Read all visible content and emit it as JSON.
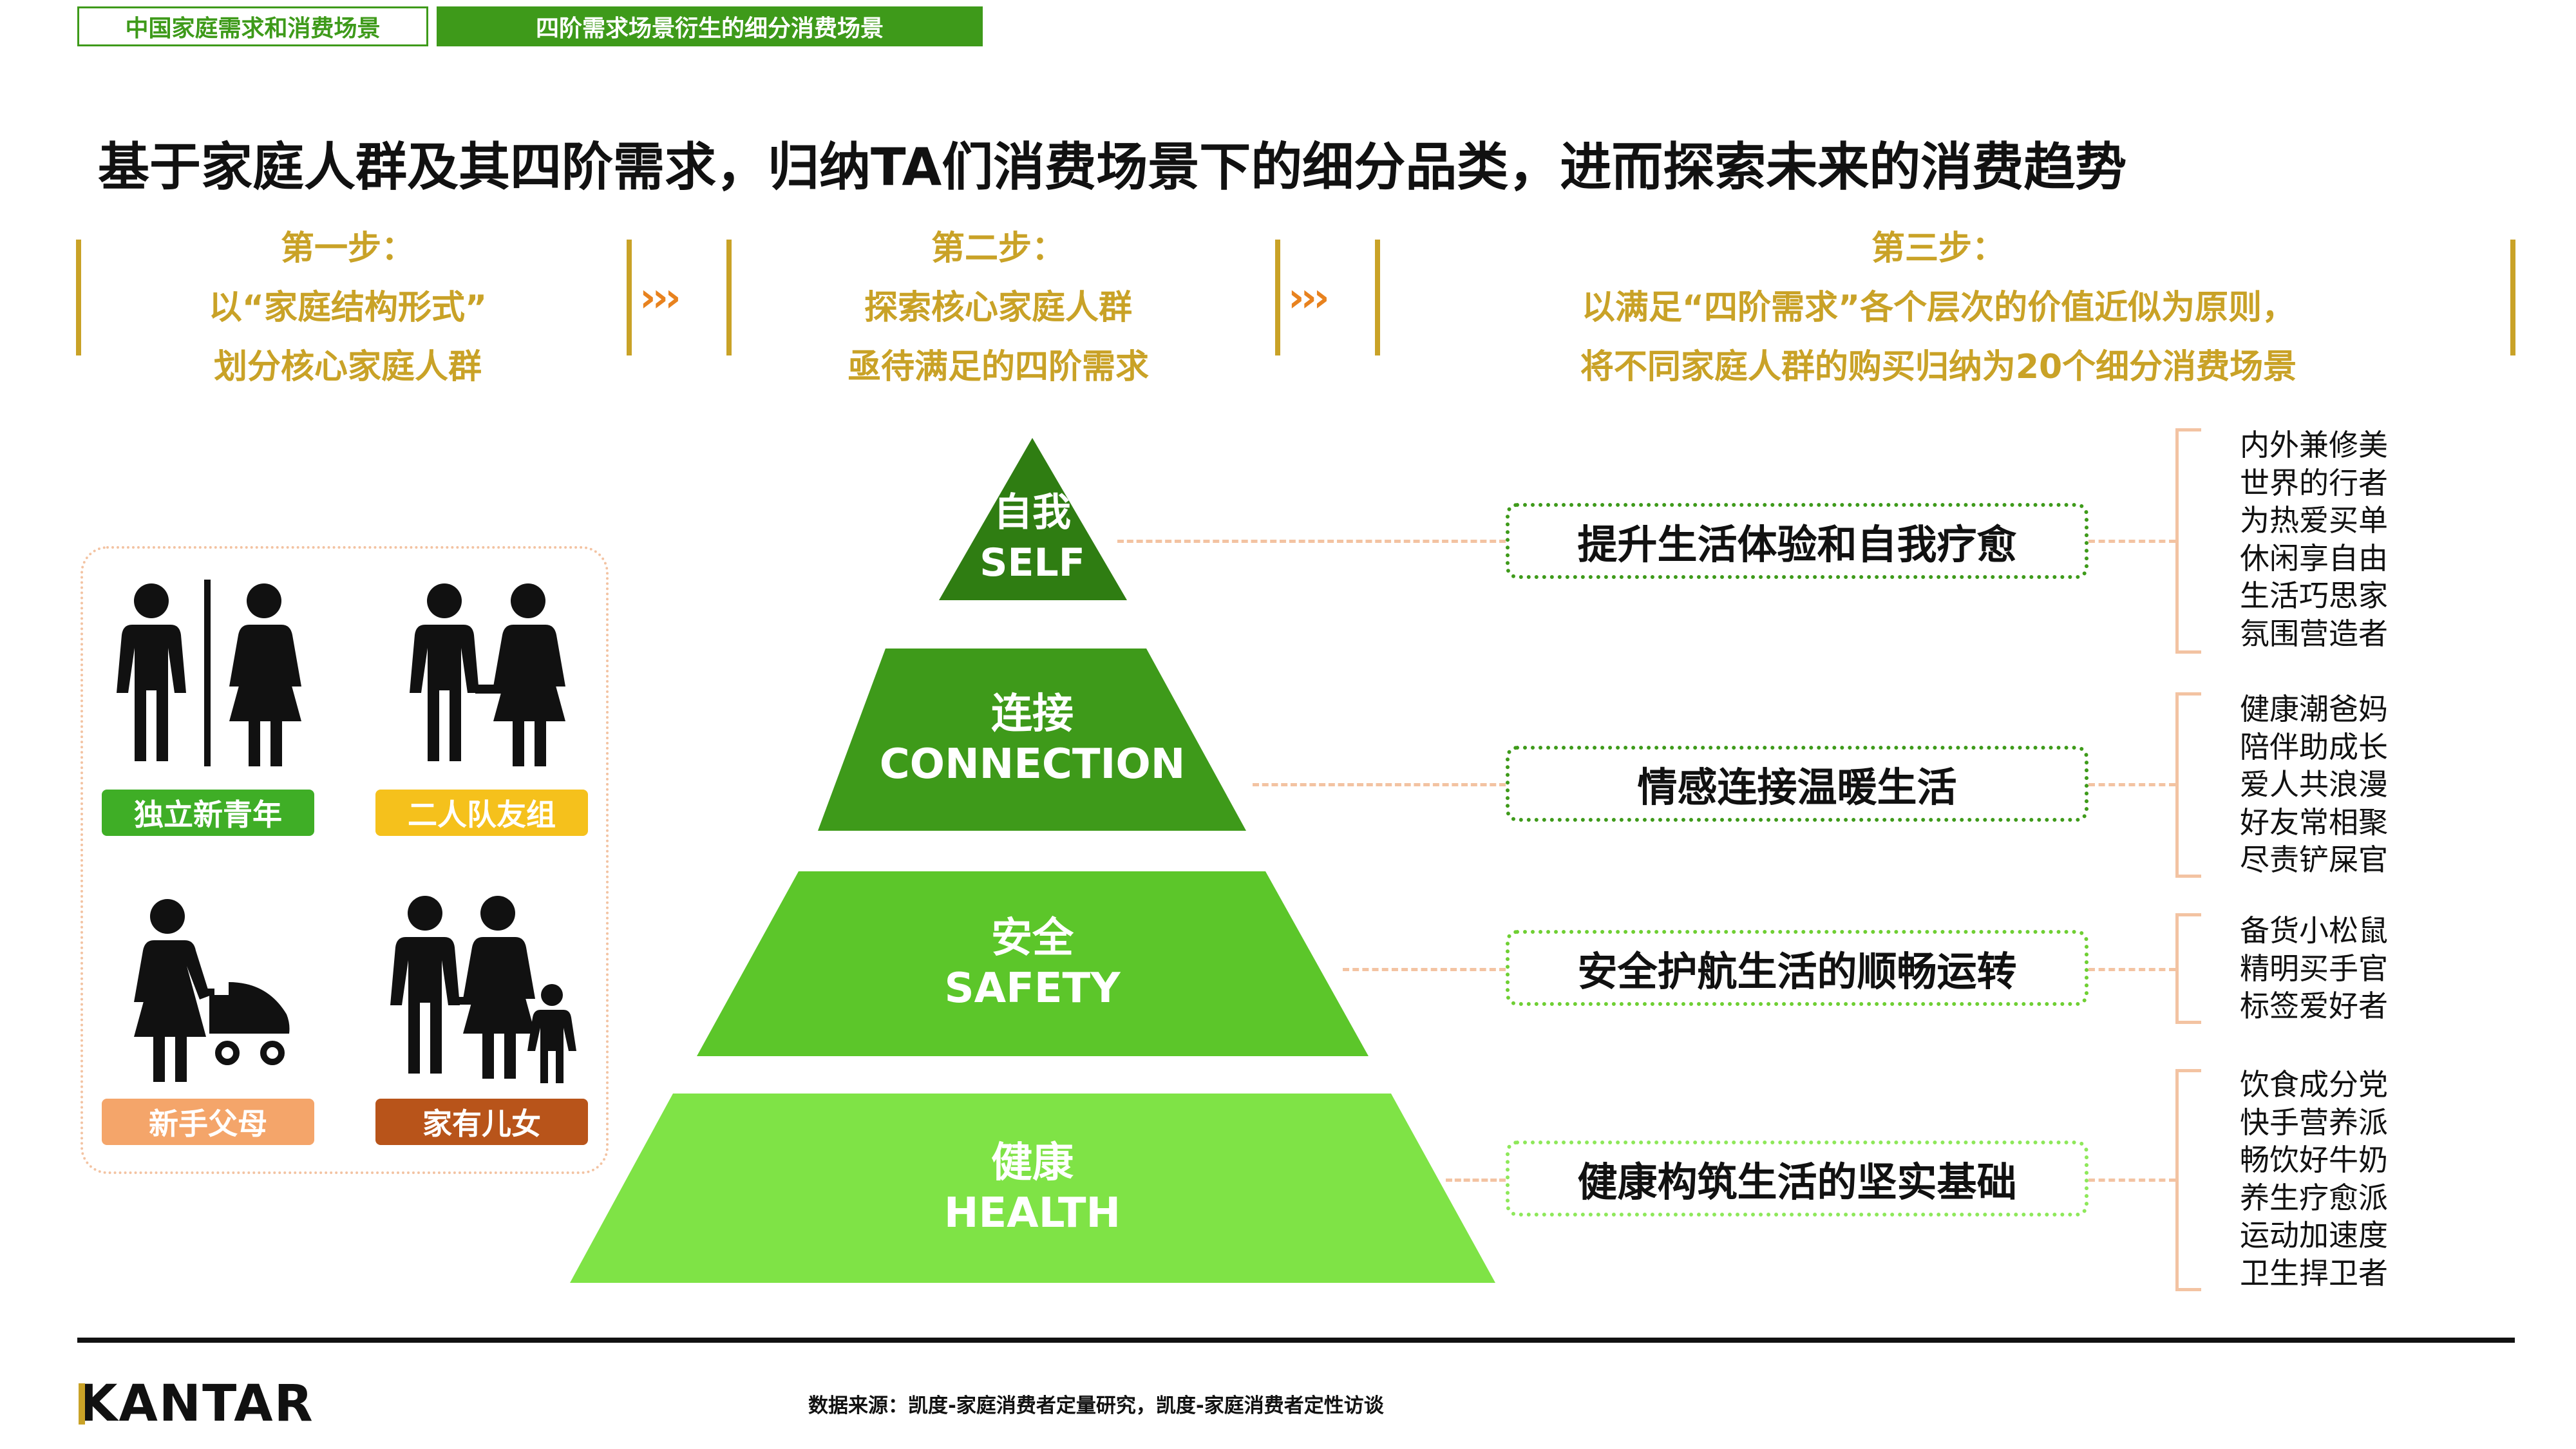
{
  "tabs": [
    {
      "label": "中国家庭需求和消费场景",
      "active": false
    },
    {
      "label": "四阶需求场景衍生的细分消费场景",
      "active": true
    }
  ],
  "title": "基于家庭人群及其四阶需求，归纳TA们消费场景下的细分品类，进而探索未来的消费趋势",
  "steps": [
    {
      "heading": "第一步：",
      "line1": "以“家庭结构形式”",
      "line2": "划分核心家庭人群"
    },
    {
      "heading": "第二步：",
      "line1": "探索核心家庭人群",
      "line2": "亟待满足的四阶需求"
    },
    {
      "heading": "第三步：",
      "line1": "以满足“四阶需求”各个层次的价值近似为原则，",
      "line2": "将不同家庭人群的购买归纳为20个细分消费场景"
    }
  ],
  "arrows": "›››",
  "personas": [
    {
      "label": "独立新青年",
      "color": "#3fae26"
    },
    {
      "label": "二人队友组",
      "color": "#f5c11c"
    },
    {
      "label": "新手父母",
      "color": "#f4a56a"
    },
    {
      "label": "家有儿女",
      "color": "#b8541a"
    }
  ],
  "pyramid": [
    {
      "cn": "自我",
      "en": "SELF",
      "color": "#2f7d12"
    },
    {
      "cn": "连接",
      "en": "CONNECTION",
      "color": "#3e9a1a"
    },
    {
      "cn": "安全",
      "en": "SAFETY",
      "color": "#5cc62a"
    },
    {
      "cn": "健康",
      "en": "HEALTH",
      "color": "#7fe346"
    }
  ],
  "needs": [
    {
      "text": "提升生活体验和自我疗愈",
      "items": [
        "内外兼修美",
        "世界的行者",
        "为热爱买单",
        "休闲享自由",
        "生活巧思家",
        "氛围营造者"
      ]
    },
    {
      "text": "情感连接温暖生活",
      "items": [
        "健康潮爸妈",
        "陪伴助成长",
        "爱人共浪漫",
        "好友常相聚",
        "尽责铲屎官"
      ]
    },
    {
      "text": "安全护航生活的顺畅运转",
      "items": [
        "备货小松鼠",
        "精明买手官",
        "标签爱好者"
      ]
    },
    {
      "text": "健康构筑生活的坚实基础",
      "items": [
        "饮食成分党",
        "快手营养派",
        "畅饮好牛奶",
        "养生疗愈派",
        "运动加速度",
        "卫生捍卫者"
      ]
    }
  ],
  "footer": {
    "logo": "KANTAR",
    "source": "数据来源：凯度-家庭消费者定量研究，凯度-家庭消费者定性访谈"
  }
}
